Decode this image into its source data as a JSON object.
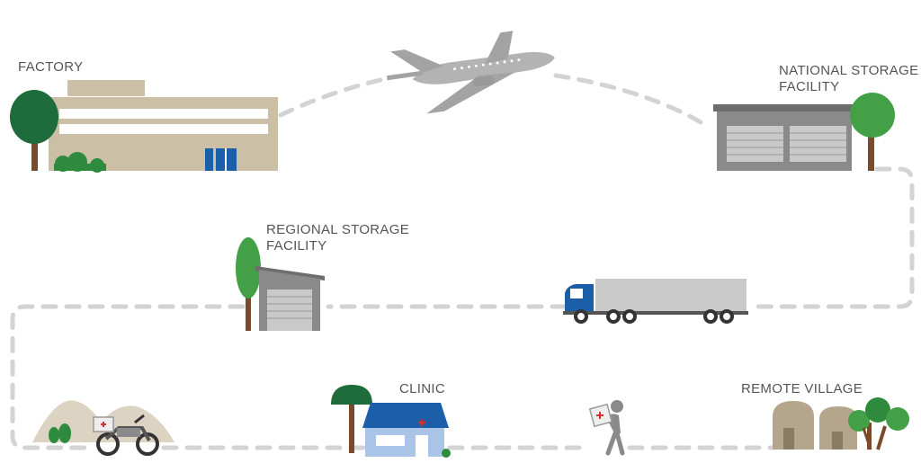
{
  "labels": {
    "factory": "FACTORY",
    "national_storage": [
      "NATIONAL STORAGE",
      "FACILITY"
    ],
    "regional_storage": [
      "REGIONAL STORAGE",
      "FACILITY"
    ],
    "clinic": "CLINIC",
    "remote_village": "REMOTE VILLAGE"
  },
  "icons": {
    "factory": "factory-icon",
    "airplane": "airplane-icon",
    "national_storage": "warehouse-icon",
    "truck": "truck-icon",
    "regional_storage": "warehouse-icon",
    "motorcycle": "motorcycle-icon",
    "clinic": "clinic-icon",
    "carrier": "person-carrying-box-icon",
    "village": "huts-icon"
  },
  "colors": {
    "path": "#d3d3d3",
    "text": "#555555",
    "tree_dark": "#1e6b3c",
    "tree_mid": "#2e8b3e",
    "tree_light": "#43a047",
    "trunk": "#7a4a2a",
    "factory_wall": "#cbbfa5",
    "factory_window": "#1b5fa8",
    "warehouse": "#8a8a8a",
    "warehouse_roof": "#6d6d6d",
    "shutter": "#c9c9c9",
    "truck_cab": "#1b5fa8",
    "trailer": "#c9c9c9",
    "clinic_roof": "#1b5fa8",
    "clinic_wall": "#a9c4e6",
    "red_cross": "#d32f2f",
    "hut": "#b5a58c",
    "hut_roof": "#8c7b63",
    "hills": "#ddd3c3"
  }
}
